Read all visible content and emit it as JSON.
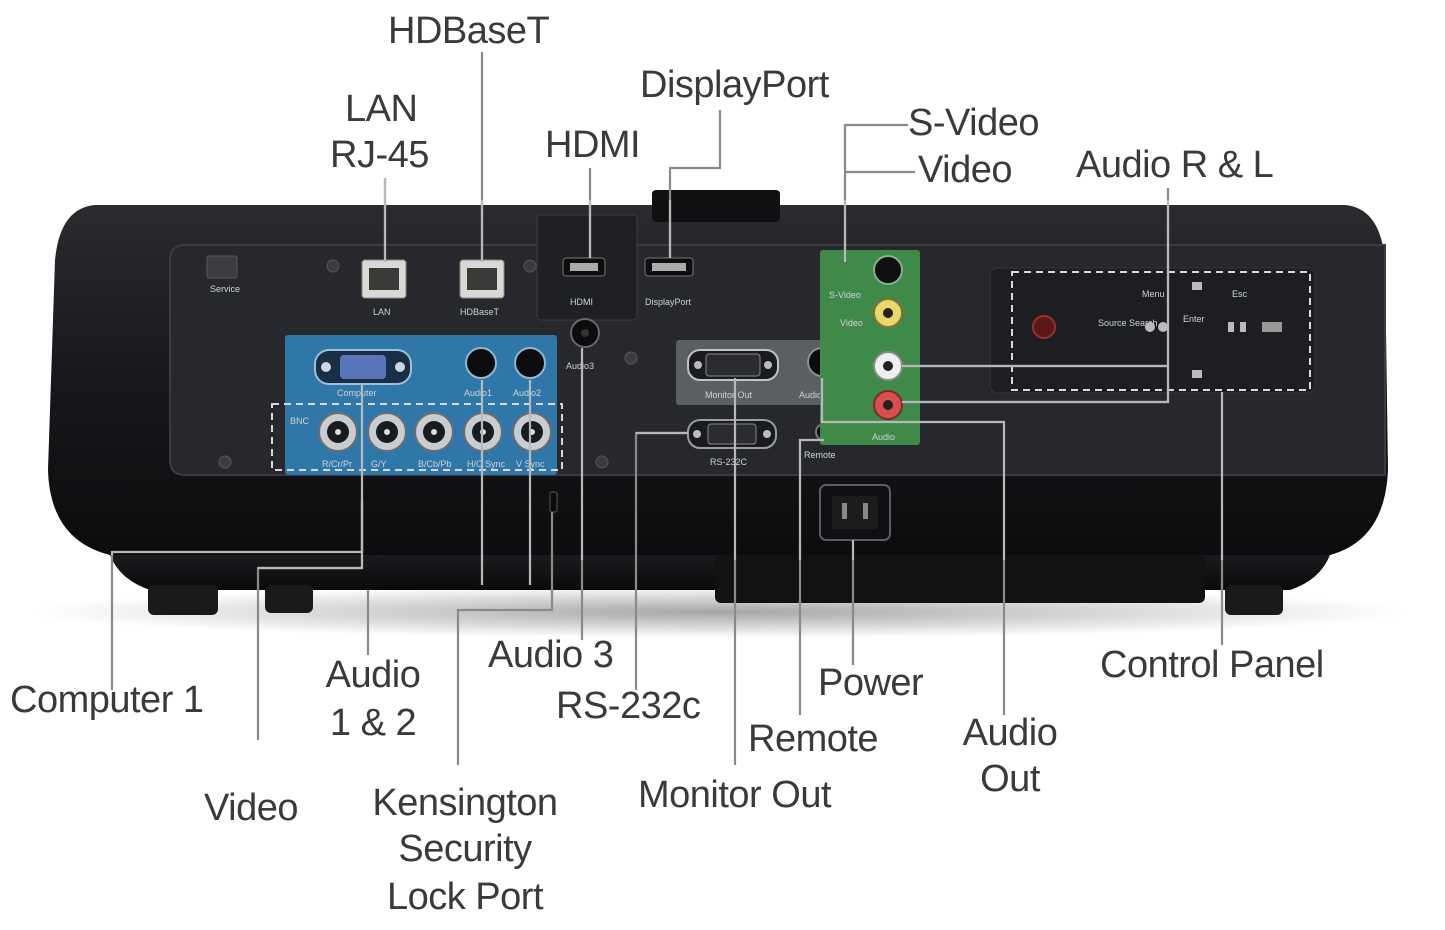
{
  "labels": {
    "hdbaset": "HDBaseT",
    "displayport": "DisplayPort",
    "lan_line1": "LAN",
    "lan_line2": "RJ-45",
    "hdmi": "HDMI",
    "svideo": "S-Video",
    "video_top": "Video",
    "audio_rl": "Audio R & L",
    "computer1": "Computer 1",
    "video_bottom": "Video",
    "audio12_line1": "Audio",
    "audio12_line2": "1 & 2",
    "kensington_line1": "Kensington",
    "kensington_line2": "Security",
    "kensington_line3": "Lock Port",
    "audio3": "Audio 3",
    "rs232c": "RS-232c",
    "monitor_out": "Monitor Out",
    "remote": "Remote",
    "power": "Power",
    "audio_out_line1": "Audio",
    "audio_out_line2": "Out",
    "control_panel": "Control Panel"
  },
  "panel_text": {
    "service": "Service",
    "lan": "LAN",
    "hdbaset": "HDBaseT",
    "hdmi": "HDMI",
    "displayport": "DisplayPort",
    "audio3": "Audio3",
    "computer": "Computer",
    "audio1": "Audio1",
    "audio2": "Audio2",
    "monitor_out": "Monitor Out",
    "audio_out": "Audio Out",
    "rs232c": "RS-232C",
    "remote": "Remote",
    "s_video": "S-Video",
    "video": "Video",
    "audio": "Audio",
    "bnc": "BNC",
    "bnc_ports": [
      "R/Cr/Pr",
      "G/Y",
      "B/Cb/Pb",
      "H/C Sync",
      "V Sync"
    ],
    "menu": "Menu",
    "esc": "Esc",
    "source_search": "Source Search",
    "enter": "Enter"
  },
  "colors": {
    "body": "#1c1d20",
    "panel": "#2c2e33",
    "blue_panel": "#2f77a8",
    "green_panel": "#3f8a48",
    "label_text": "#3a3a3a",
    "leader": "#8a8a8a"
  }
}
